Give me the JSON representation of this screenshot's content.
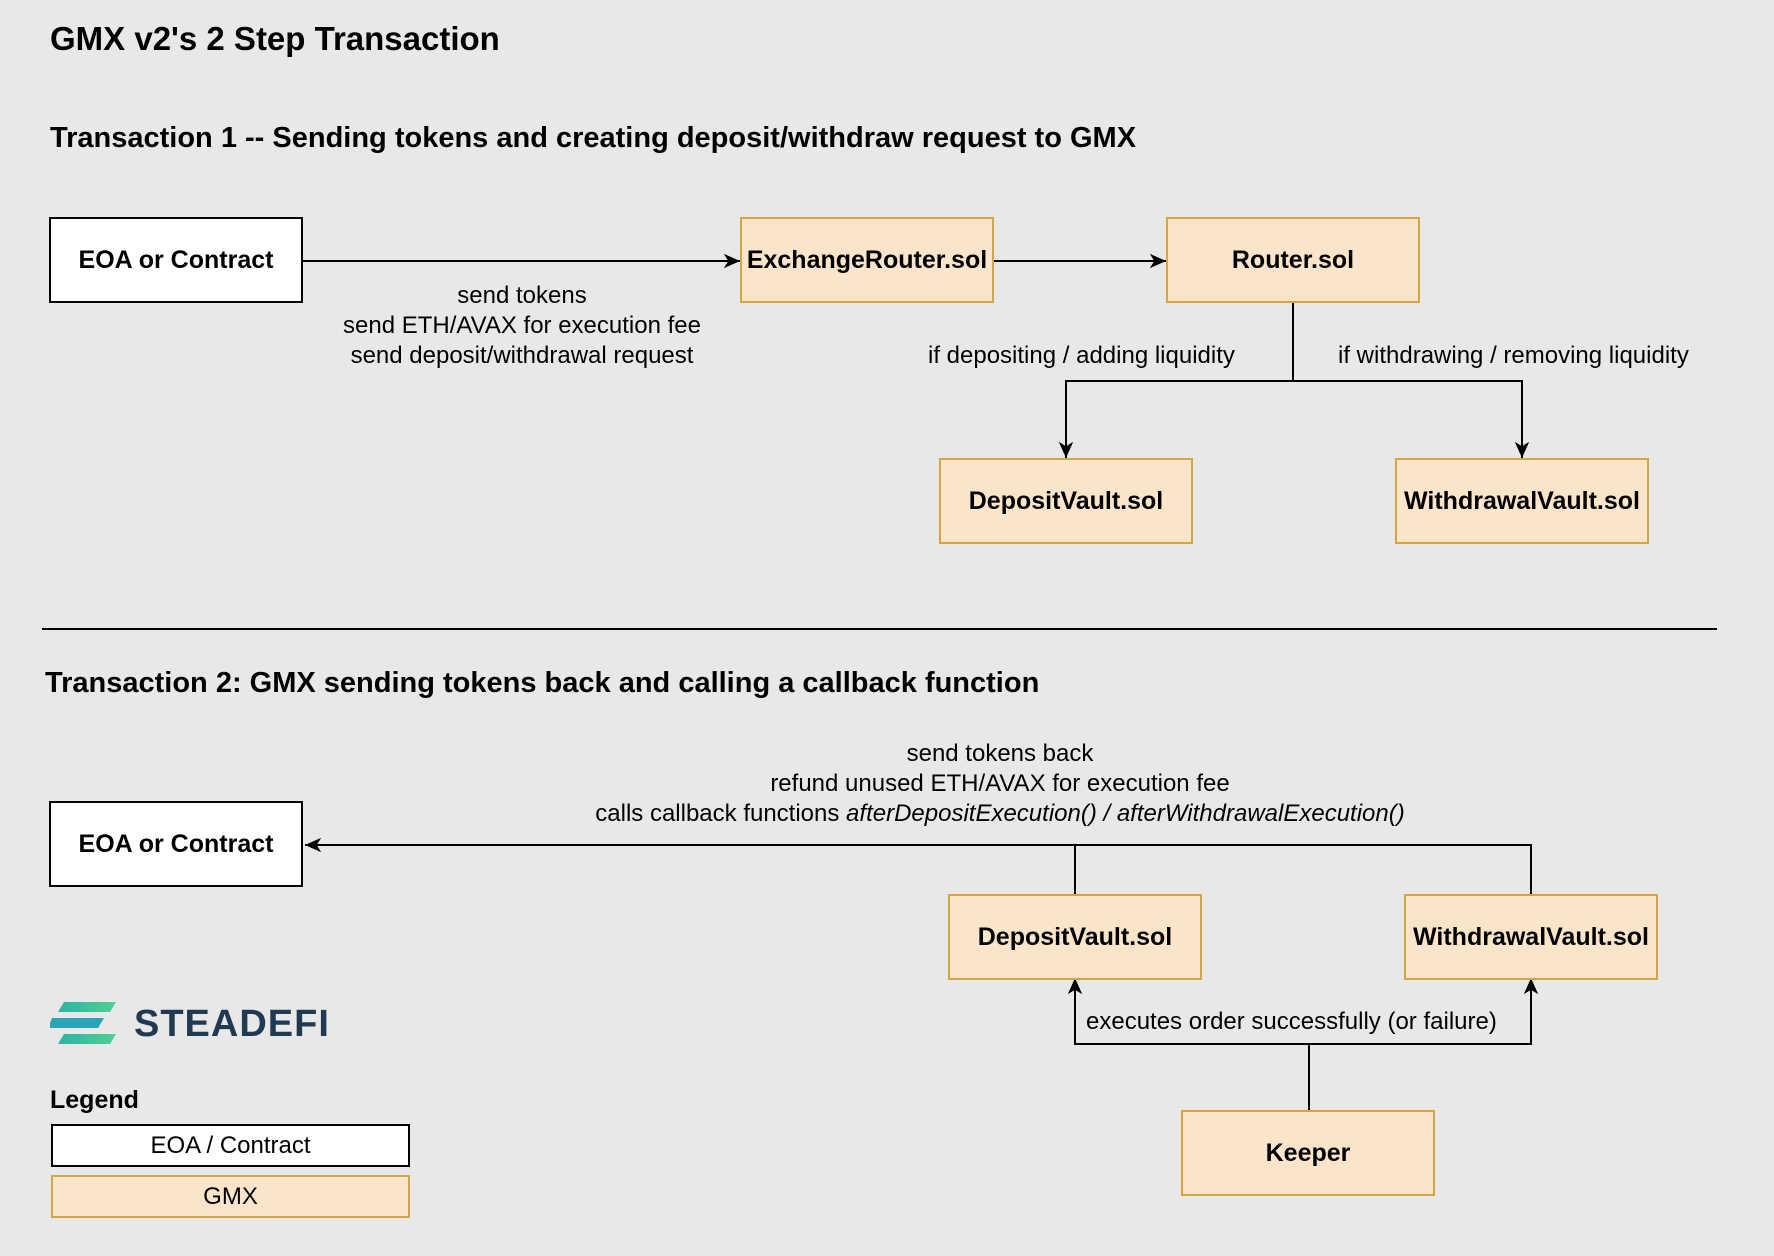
{
  "title": "GMX v2's 2 Step Transaction",
  "tx1": {
    "heading": "Transaction 1 -- Sending tokens and creating deposit/withdraw request to GMX",
    "boxes": {
      "eoa": "EOA or Contract",
      "exchange_router": "ExchangeRouter.sol",
      "router": "Router.sol",
      "deposit_vault": "DepositVault.sol",
      "withdrawal_vault": "WithdrawalVault.sol"
    },
    "send_label": [
      "send tokens",
      "send ETH/AVAX for execution fee",
      "send deposit/withdrawal request"
    ],
    "deposit_branch_label": "if depositing / adding liquidity",
    "withdraw_branch_label": "if withdrawing / removing liquidity"
  },
  "tx2": {
    "heading": "Transaction 2: GMX sending tokens back and calling a callback function",
    "boxes": {
      "eoa": "EOA or Contract",
      "deposit_vault": "DepositVault.sol",
      "withdrawal_vault": "WithdrawalVault.sol",
      "keeper": "Keeper"
    },
    "return_label": {
      "line1": "send tokens back",
      "line2": "refund unused ETH/AVAX for execution fee",
      "line3_prefix": "calls callback functions ",
      "line3_italic": "afterDepositExecution() / afterWithdrawalExecution()"
    },
    "keeper_label": "executes order successfully (or failure)"
  },
  "logo": "STEADEFI",
  "legend": {
    "title": "Legend",
    "items": [
      {
        "label": "EOA / Contract",
        "color": "#ffffff",
        "border": "#000000"
      },
      {
        "label": "GMX",
        "color": "#fae5ca",
        "border": "#d4a540"
      }
    ]
  },
  "colors": {
    "background": "#e8e8e8",
    "gmx_fill": "#fae5ca",
    "gmx_border": "#d4a540",
    "logo_text": "#1f3a52"
  }
}
